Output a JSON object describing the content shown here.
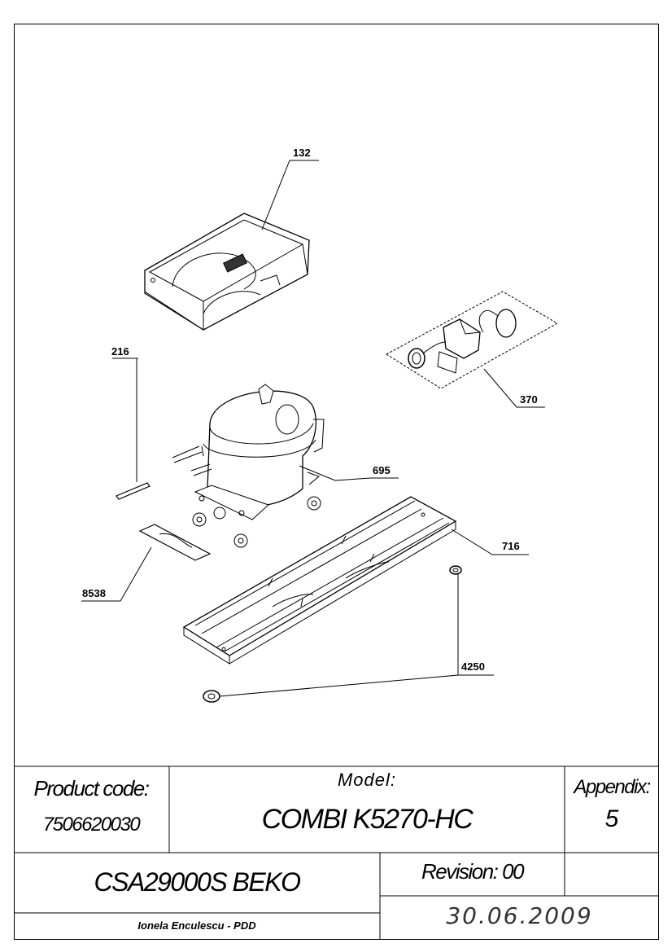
{
  "drawing": {
    "part_labels": [
      "132",
      "370",
      "216",
      "695",
      "716",
      "8538",
      "4250"
    ]
  },
  "title_block": {
    "product_code_label": "Product code:",
    "product_code_value": "7506620030",
    "model_label": "Model:",
    "model_value": "COMBI K5270-HC",
    "appendix_label": "Appendix:",
    "appendix_value": "5",
    "compressor_code": "CSA29000S BEKO",
    "revision": "Revision: 00",
    "date": "30.06.2009",
    "author": "Ionela Enculescu - PDD"
  }
}
